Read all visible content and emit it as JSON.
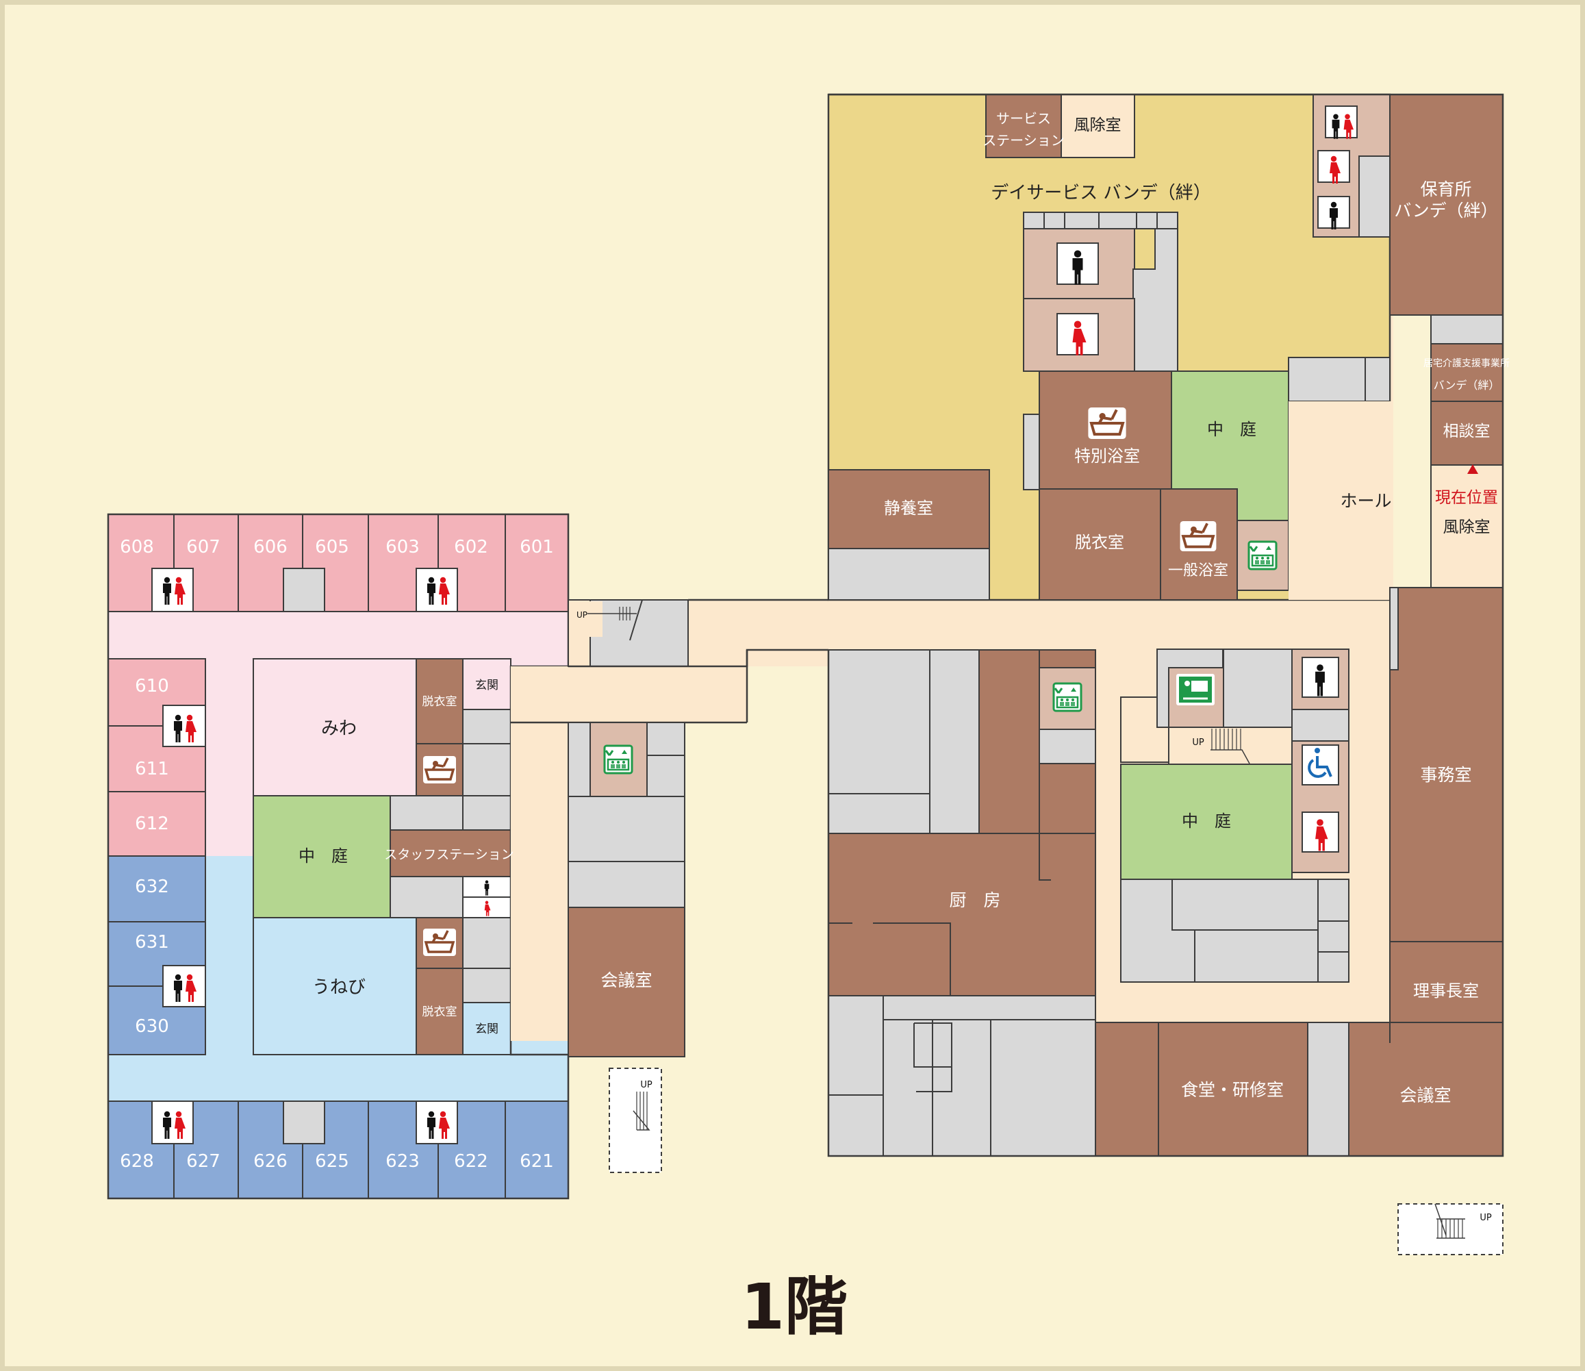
{
  "colors": {
    "background": "#faf3d4",
    "border": "#3c3c3c",
    "pink_room": "#f3b3ba",
    "pink_corridor": "#fbe3ea",
    "blue_room": "#8aaad7",
    "blue_corridor": "#c6e5f6",
    "brown_room": "#ad7b64",
    "gray_room": "#d9d9d9",
    "courtyard": "#b4d690",
    "corridor": "#fce8cd",
    "dayservice": "#ecd78a",
    "toilet_block": "#dcbcab",
    "male": "#111111",
    "female": "#e0141c",
    "accessible": "#1a6ab5",
    "elevator": "#1f9a4a",
    "bath_icon": "#8b4a2b",
    "current_position": "#d0121b"
  },
  "map_title": "1階",
  "ward_rooms": {
    "top_row": [
      "608",
      "607",
      "606",
      "605",
      "603",
      "602",
      "601"
    ],
    "left_column_pink": [
      "610",
      "611",
      "612"
    ],
    "left_column_blue": [
      "632",
      "631",
      "630"
    ],
    "bottom_row": [
      "628",
      "627",
      "626",
      "625",
      "623",
      "622",
      "621"
    ]
  },
  "rooms": {
    "miwa": "みわ",
    "unebi": "うねび",
    "courtyard": "中　庭",
    "staff_station": "スタッフステーション",
    "changing_room": "脱衣室",
    "entrance": "玄関",
    "meeting_room": "会議室",
    "dayservice": "デイサービス バンデ（絆）",
    "service_station_line1": "サービス",
    "service_station_line2": "ステーション",
    "windbreak": "風除室",
    "nursery_line1": "保育所",
    "nursery_line2": "バンデ（絆）",
    "care_office_line1": "居宅介護支援事業所",
    "care_office_line2": "バンデ（絆）",
    "consultation": "相談室",
    "hall": "ホール",
    "current_position": "現在位置",
    "special_bath": "特別浴室",
    "general_bath": "一般浴室",
    "rest_room": "静養室",
    "office": "事務室",
    "chairman_room": "理事長室",
    "kitchen": "厨　房",
    "dining_training": "食堂・研修室"
  },
  "stairs_label": "UP",
  "icons": [
    "toilet-icon",
    "male-toilet-icon",
    "female-toilet-icon",
    "accessible-toilet-icon",
    "elevator-icon",
    "bath-icon",
    "rehab-icon",
    "stairs-icon",
    "current-position-marker-icon"
  ]
}
